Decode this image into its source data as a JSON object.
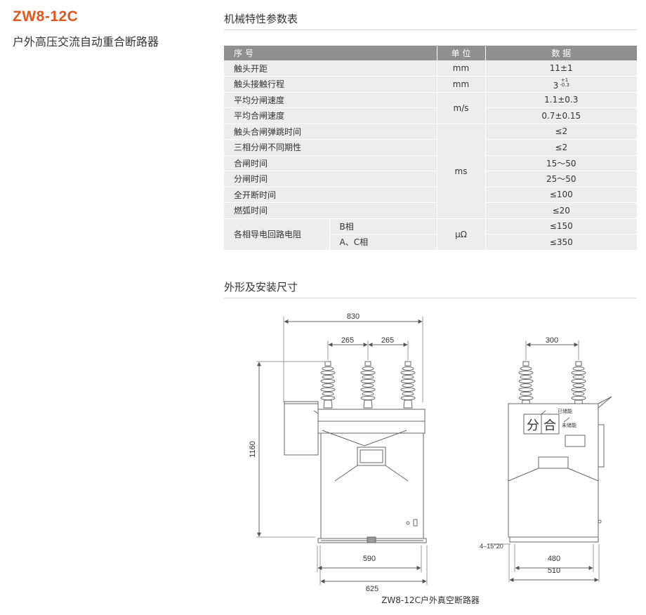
{
  "header": {
    "model": "ZW8-12C",
    "subtitle": "户外高压交流自动重合断路器"
  },
  "params": {
    "heading": "机械特性参数表",
    "columns": [
      "序 号",
      "单 位",
      "数 据"
    ],
    "rows": [
      {
        "name": "触头开距",
        "unit": "mm",
        "value": "11±1"
      },
      {
        "name": "触头接触行程",
        "unit": "mm",
        "value": "3",
        "tol_plus": "+1",
        "tol_minus": "-0.3"
      },
      {
        "name": "平均分闸速度",
        "unit": "m/s",
        "value": "1.1±0.3"
      },
      {
        "name": "平均合闸速度",
        "value": "0.7±0.15"
      },
      {
        "name": "触头合闸弹跳时间",
        "value": "≤2"
      },
      {
        "name": "三相分闸不同期性",
        "value": "≤2"
      },
      {
        "name": "合闸时间",
        "unit": "ms",
        "value": "15～50"
      },
      {
        "name": "分闸时间",
        "value": "25～50"
      },
      {
        "name": "全开断时间",
        "value": "≤100"
      },
      {
        "name": "燃弧时间",
        "value": "≤20"
      },
      {
        "name": "各相导电回路电阻",
        "sub": "B相",
        "unit": "μΩ",
        "value": "≤150"
      },
      {
        "sub": "A、C相",
        "value": "≤350"
      }
    ]
  },
  "drawing": {
    "heading": "外形及安装尺寸",
    "front": {
      "dim_total_width": "830",
      "dim_pole_spacing_left": "265",
      "dim_pole_spacing_right": "265",
      "dim_height": "1160",
      "dim_base_inner": "590",
      "dim_base_outer": "625"
    },
    "side": {
      "dim_pole_spacing": "300",
      "panel_text_open": "分",
      "panel_text_close": "合",
      "label_charged": "已储能",
      "label_uncharged": "未储能",
      "dim_mounting_holes": "4–15°20",
      "dim_base_inner": "480",
      "dim_base_outer": "510"
    },
    "caption": "ZW8-12C户外真空断路器"
  }
}
